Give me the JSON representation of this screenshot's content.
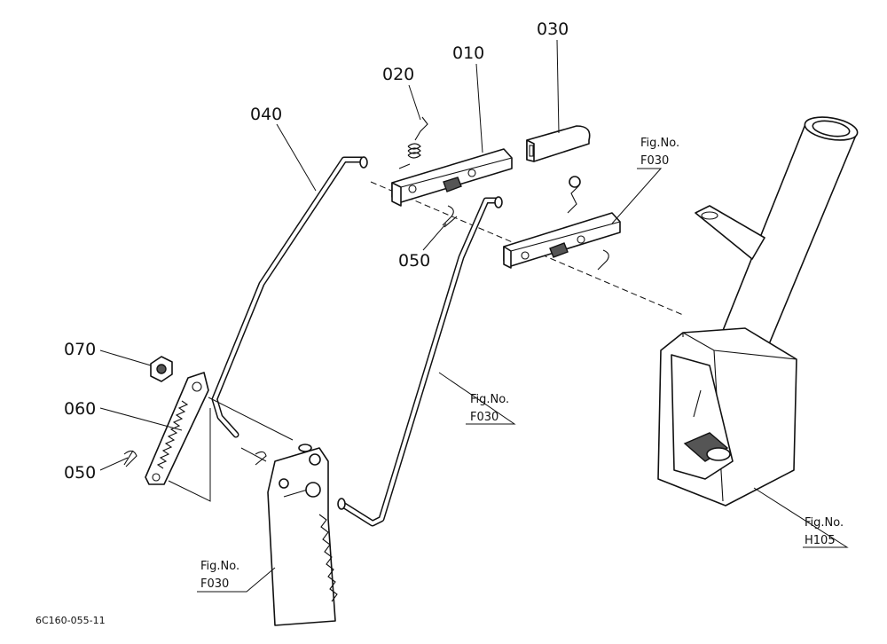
{
  "callouts": {
    "p010": "010",
    "p020": "020",
    "p030": "030",
    "p040": "040",
    "p050a": "050",
    "p050b": "050",
    "p060": "060",
    "p070": "070"
  },
  "figure_refs": {
    "ref_top_right": {
      "line1": "Fig.No.",
      "line2": "F030"
    },
    "ref_middle": {
      "line1": "Fig.No.",
      "line2": "F030"
    },
    "ref_bottom_left": {
      "line1": "Fig.No.",
      "line2": "F030"
    },
    "ref_bottom_right": {
      "line1": "Fig.No.",
      "line2": "H105"
    }
  },
  "drawing_code": "6C160-055-11"
}
